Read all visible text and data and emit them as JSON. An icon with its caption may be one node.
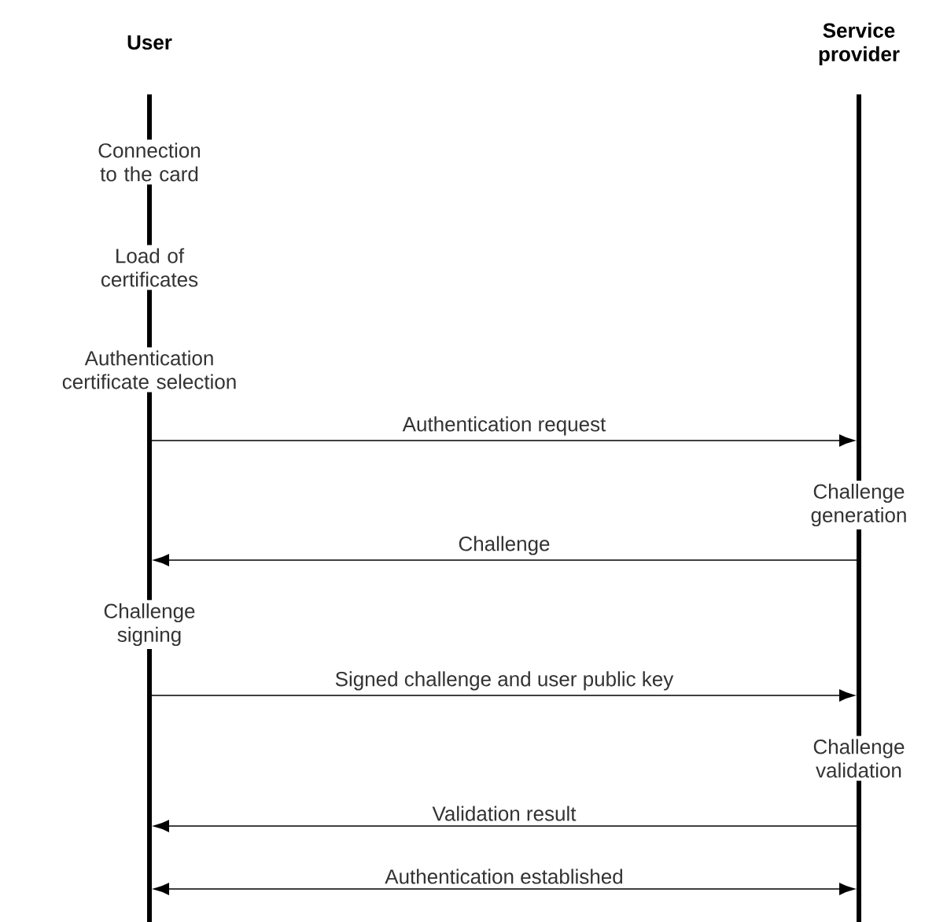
{
  "diagram": {
    "nodes": [
      {
        "text": [],
        "shape": "bar",
        "beside": [
          "User"
        ]
      },
      {
        "text": [],
        "shape": "bar",
        "beside": [
          "Service provider"
        ]
      }
    ],
    "edges": [
      {
        "from": 0,
        "to": 1,
        "arrow": "to",
        "label": "Authentication request"
      },
      {
        "from": 1,
        "to": 0,
        "arrow": "to",
        "label": "Challenge"
      },
      {
        "from": 0,
        "to": 1,
        "arrow": "to",
        "label": "Signed challenge and user public key"
      },
      {
        "from": 1,
        "to": 0,
        "arrow": "to",
        "label": "Validation result"
      },
      {
        "from": 0,
        "to": 1,
        "arrow": "both",
        "label": "Authentication established"
      }
    ],
    "labels": [
      "Connection to the card",
      "Load of certificates",
      "Authentication certificate selection",
      "Challenge generation",
      "Challenge signing",
      "Challenge validation"
    ]
  }
}
